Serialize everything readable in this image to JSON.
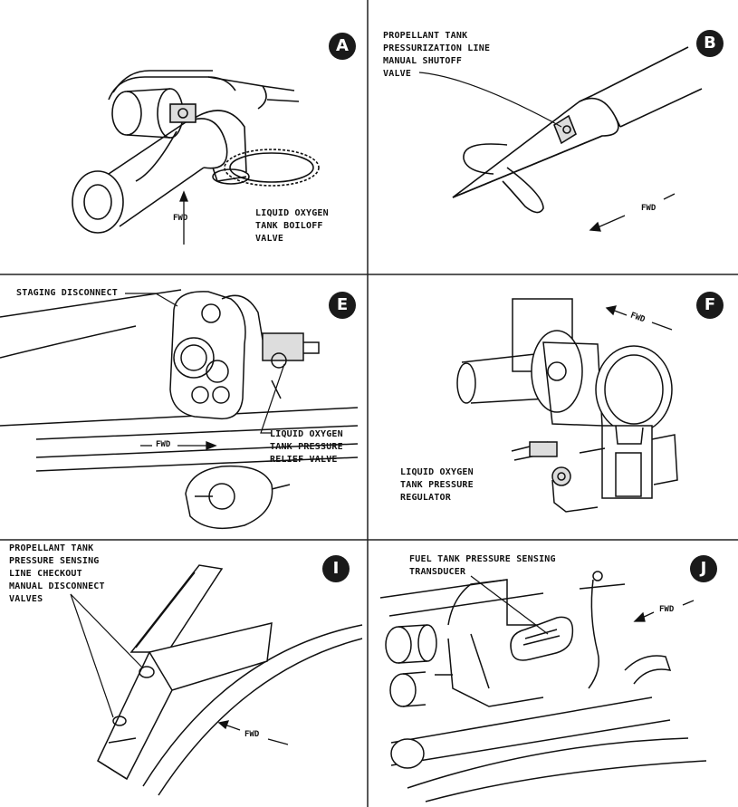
{
  "panels": [
    {
      "letter": "A",
      "labels": [
        "LIQUID OXYGEN",
        "TANK BOILOFF",
        "VALVE"
      ],
      "fwd": "FWD"
    },
    {
      "letter": "B",
      "labels": [
        "PROPELLANT TANK",
        "PRESSURIZATION LINE",
        "MANUAL SHUTOFF",
        "VALVE"
      ],
      "fwd": "FWD"
    },
    {
      "letter": "E",
      "labels": [
        "STAGING DISCONNECT",
        "LIQUID OXYGEN",
        "TANK PRESSURE",
        "RELIEF VALVE"
      ],
      "fwd": "FWD"
    },
    {
      "letter": "F",
      "labels": [
        "LIQUID OXYGEN",
        "TANK PRESSURE",
        "REGULATOR"
      ],
      "fwd": "FWD"
    },
    {
      "letter": "I",
      "labels": [
        "PROPELLANT TANK",
        "PRESSURE SENSING",
        "LINE CHECKOUT",
        "MANUAL DISCONNECT",
        "VALVES"
      ],
      "fwd": "FWD"
    },
    {
      "letter": "J",
      "labels": [
        "FUEL TANK PRESSURE SENSING",
        "TRANSDUCER"
      ],
      "fwd": "FWD"
    }
  ]
}
